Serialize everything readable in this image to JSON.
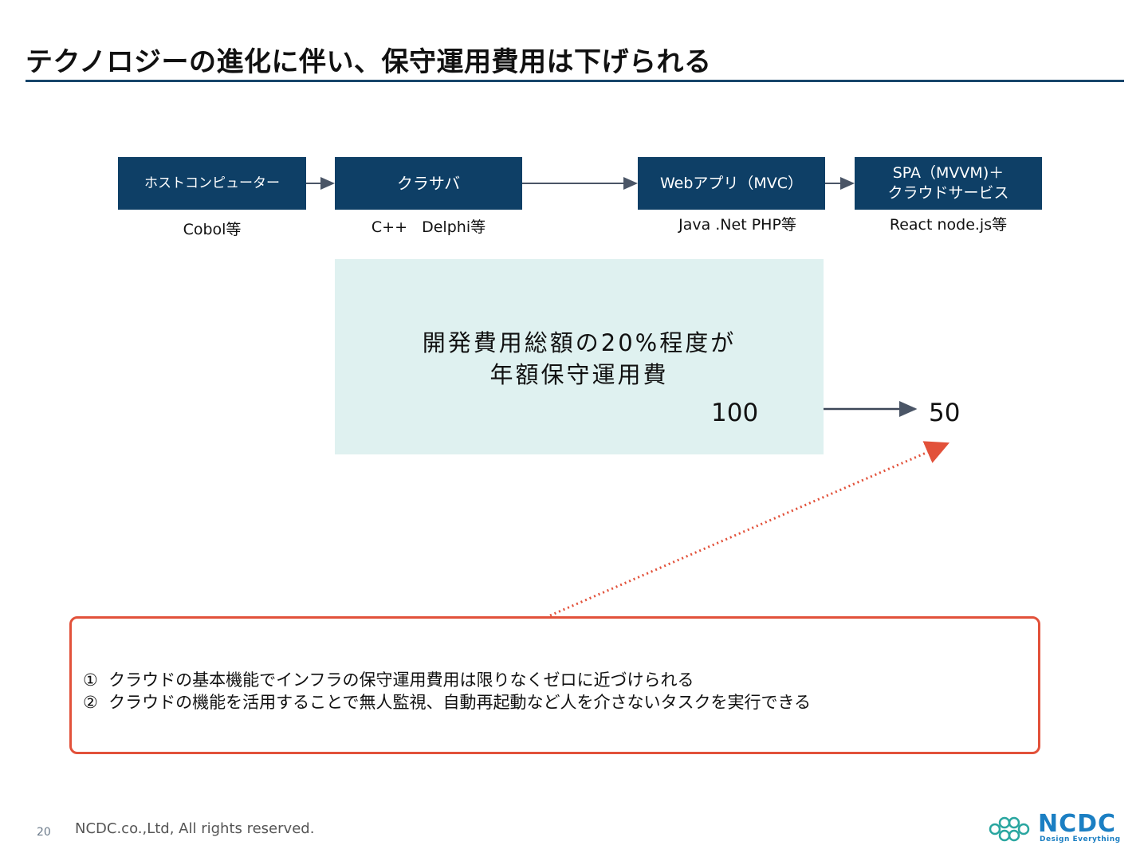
{
  "title": "テクノロジーの進化に伴い、保守運用費用は下げられる",
  "stages": [
    {
      "label_line1": "ホストコンピューター",
      "label_line2": "",
      "languages": "Cobol等"
    },
    {
      "label_line1": "クラサバ",
      "label_line2": "",
      "languages": "C++   Delphi等"
    },
    {
      "label_line1": "Webアプリ（MVC）",
      "label_line2": "",
      "languages": "Java .Net PHP等"
    },
    {
      "label_line1": "SPA（MVVM)＋",
      "label_line2": "クラウドサービス",
      "languages": "React node.js等"
    }
  ],
  "cost_box": {
    "line1": "開発費用総額の20%程度が",
    "line2": "年額保守運用費",
    "from_value": "100",
    "to_value": "50"
  },
  "notes": [
    "①  クラウドの基本機能でインフラの保守運用費用は限りなくゼロに近づけられる",
    "②  クラウドの機能を活用することで無人監視、自動再起動など人を介さないタスクを実行できる"
  ],
  "footer": {
    "page_number": "20",
    "copyright": "NCDC.co.,Ltd, All rights reserved."
  },
  "logo": {
    "name": "NCDC",
    "tagline": "Design Everything"
  },
  "colors": {
    "stage_fill": "#0e3f66",
    "cost_box_fill": "#dff1f0",
    "note_border": "#e2513a",
    "title_rule": "#17456b",
    "logo_blue": "#1b7fc3"
  }
}
